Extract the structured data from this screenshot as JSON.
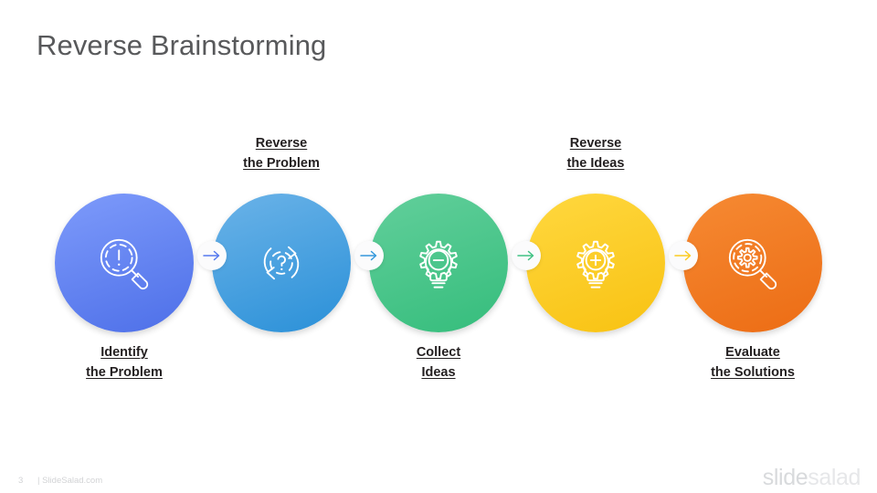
{
  "slide": {
    "title": "Reverse Brainstorming",
    "page_number": "3",
    "footer_site": "| SlideSalad.com",
    "brand_part1": "slide",
    "brand_part2": "salad",
    "background": "#ffffff",
    "title_color": "#58595b"
  },
  "steps": [
    {
      "id": "identify-the-problem",
      "line1": "Identify",
      "line2": "the Problem",
      "position": "below",
      "icon": "magnifier-exclamation-icon",
      "color_top": "#7e9bfb",
      "color_bottom": "#4d6fe8",
      "accent": "#5479ee"
    },
    {
      "id": "reverse-the-problem",
      "line1": "Reverse",
      "line2": "the Problem",
      "position": "above",
      "icon": "circular-arrows-question-icon",
      "color_top": "#6bb3e8",
      "color_bottom": "#2a90d8",
      "accent": "#3498db"
    },
    {
      "id": "collect-ideas",
      "line1": "Collect",
      "line2": "Ideas",
      "position": "below",
      "icon": "bulb-gear-minus-icon",
      "color_top": "#62cf9b",
      "color_bottom": "#35bd7c",
      "accent": "#3fc183"
    },
    {
      "id": "reverse-the-ideas",
      "line1": "Reverse",
      "line2": "the Ideas",
      "position": "above",
      "icon": "bulb-gear-plus-icon",
      "color_top": "#ffd83f",
      "color_bottom": "#f8c212",
      "accent": "#fbcb20"
    },
    {
      "id": "evaluate-the-solutions",
      "line1": "Evaluate",
      "line2": "the Solutions",
      "position": "below",
      "icon": "magnifier-gear-icon",
      "color_top": "#f68a33",
      "color_bottom": "#ec6c14",
      "accent": "#f07a1f"
    }
  ],
  "connectors": [
    {
      "id": "connector-1",
      "icon": "arrow-right-icon",
      "color": "#5479ee"
    },
    {
      "id": "connector-2",
      "icon": "arrow-right-icon",
      "color": "#3498db"
    },
    {
      "id": "connector-3",
      "icon": "arrow-right-icon",
      "color": "#3fc183"
    },
    {
      "id": "connector-4",
      "icon": "arrow-right-icon",
      "color": "#fbcb20"
    }
  ]
}
